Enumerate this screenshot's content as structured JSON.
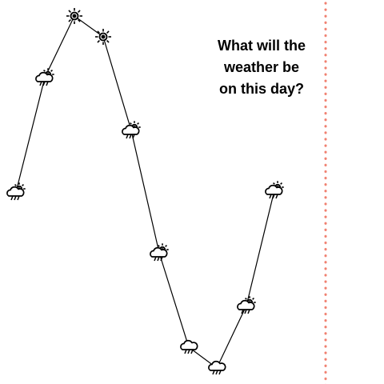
{
  "prompt": {
    "lines": [
      "What will the",
      "weather be",
      "on this day?"
    ]
  },
  "colors": {
    "line": "#000000",
    "icon": "#000000",
    "divider": "#f08070"
  },
  "series": [
    {
      "weather": "partly-cloudy-rain",
      "icon": "partly-cloudy-rain-icon"
    },
    {
      "weather": "partly-cloudy-rain",
      "icon": "partly-cloudy-rain-icon"
    },
    {
      "weather": "sunny",
      "icon": "sun-icon"
    },
    {
      "weather": "sunny",
      "icon": "sun-icon"
    },
    {
      "weather": "partly-cloudy-rain",
      "icon": "partly-cloudy-rain-icon"
    },
    {
      "weather": "partly-cloudy-rain",
      "icon": "partly-cloudy-rain-icon"
    },
    {
      "weather": "rain",
      "icon": "rain-cloud-icon"
    },
    {
      "weather": "rain",
      "icon": "rain-cloud-icon"
    },
    {
      "weather": "partly-cloudy-rain",
      "icon": "partly-cloudy-rain-icon"
    },
    {
      "weather": "partly-cloudy-rain",
      "icon": "partly-cloudy-rain-icon"
    }
  ]
}
